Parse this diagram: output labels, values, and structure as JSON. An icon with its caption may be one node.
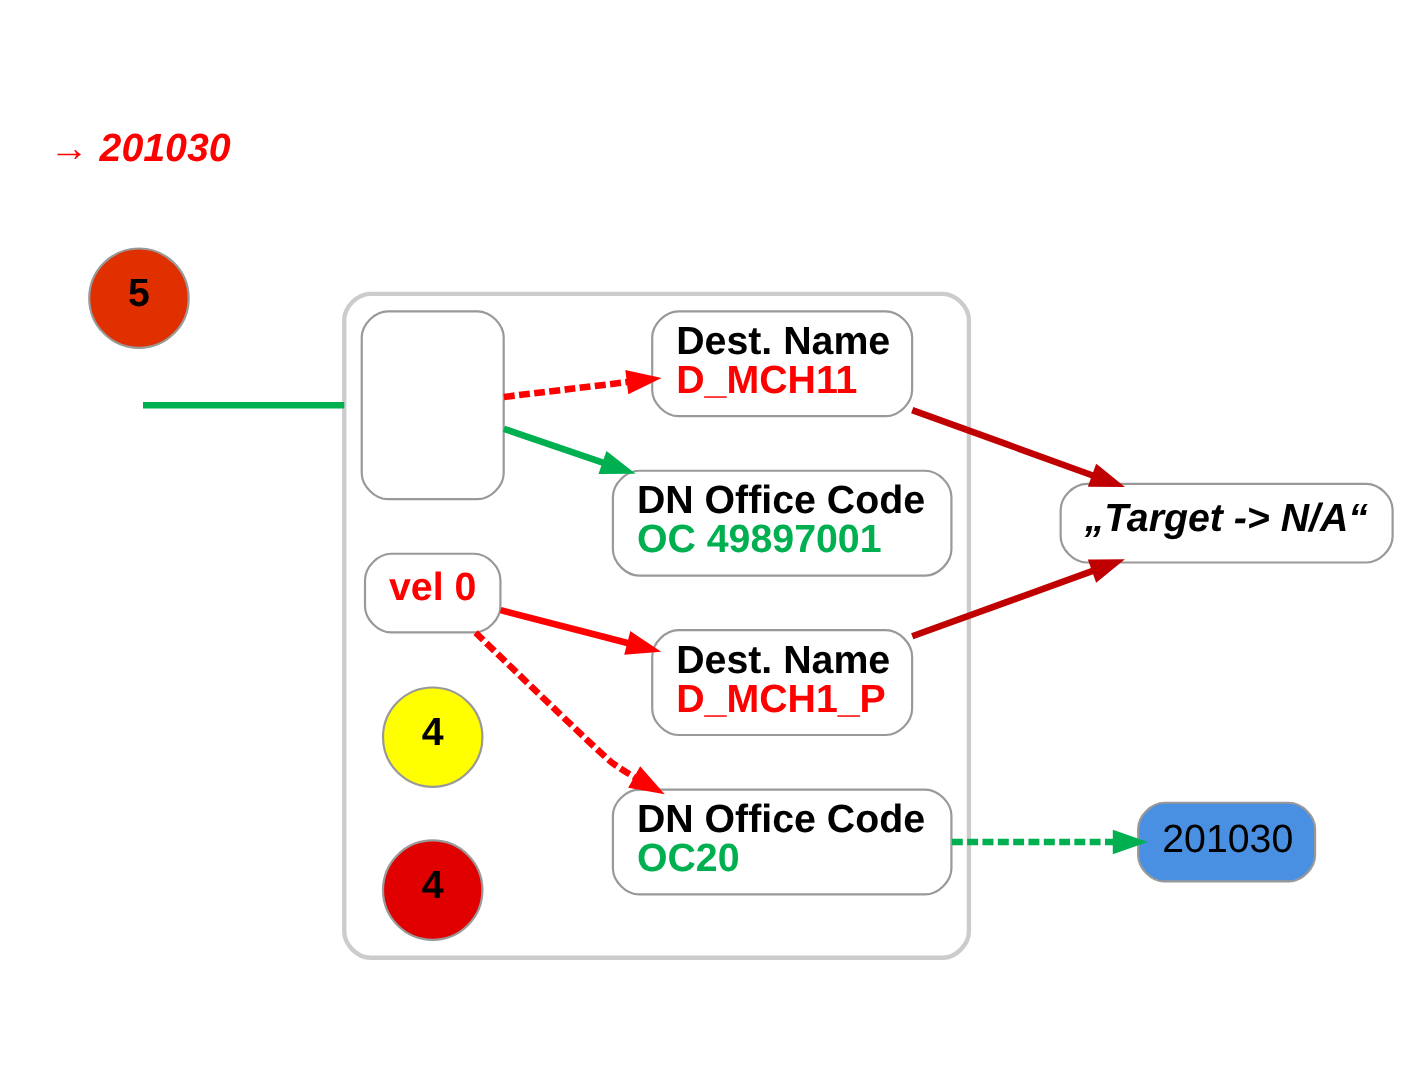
{
  "diagram": {
    "nodes": [
      {
        "text": [],
        "shape": "box"
      },
      {
        "text": [],
        "shape": "box",
        "in": 0
      },
      {
        "text": [
          "DN Office Code",
          "OC 49897001"
        ],
        "in": 0
      },
      {
        "text": [
          "Dest. Name",
          "D_MCH11"
        ],
        "in": 0
      },
      {
        "text": [
          "vel 0"
        ],
        "in": 0
      },
      {
        "text": [
          "DN Office Code",
          "OC20"
        ],
        "in": 0
      },
      {
        "text": [
          "Dest. Name",
          "D_MCH1_P"
        ],
        "in": 0
      },
      {
        "text": [
          "„Target -> N/A“"
        ]
      },
      {
        "text": [
          "201030"
        ]
      },
      {
        "text": [
          "4"
        ],
        "in": 0
      },
      {
        "text": [
          "4"
        ],
        "in": 0
      },
      {
        "text": [
          "5"
        ]
      }
    ],
    "edges": [
      {
        "from": null,
        "to": 0,
        "arrow": "none",
        "color": "#00b050"
      },
      {
        "from": 1,
        "to": 2,
        "arrow": "to",
        "color": "#00b050"
      },
      {
        "from": 1,
        "to": 3,
        "arrow": "to",
        "style": "dashed",
        "color": "#ff0000"
      },
      {
        "from": 4,
        "to": 5,
        "arrow": "to",
        "style": "dashed",
        "color": "#ff0000"
      },
      {
        "from": 4,
        "to": 6,
        "arrow": "to",
        "color": "#ff0000"
      },
      {
        "from": 3,
        "to": 7,
        "arrow": "to",
        "color": "#c00000"
      },
      {
        "from": 6,
        "to": 7,
        "arrow": "to",
        "color": "#c00000"
      },
      {
        "from": 5,
        "to": 8,
        "arrow": "to",
        "style": "dashed",
        "color": "#00b050"
      }
    ],
    "labels": [
      "→ 201030"
    ]
  }
}
